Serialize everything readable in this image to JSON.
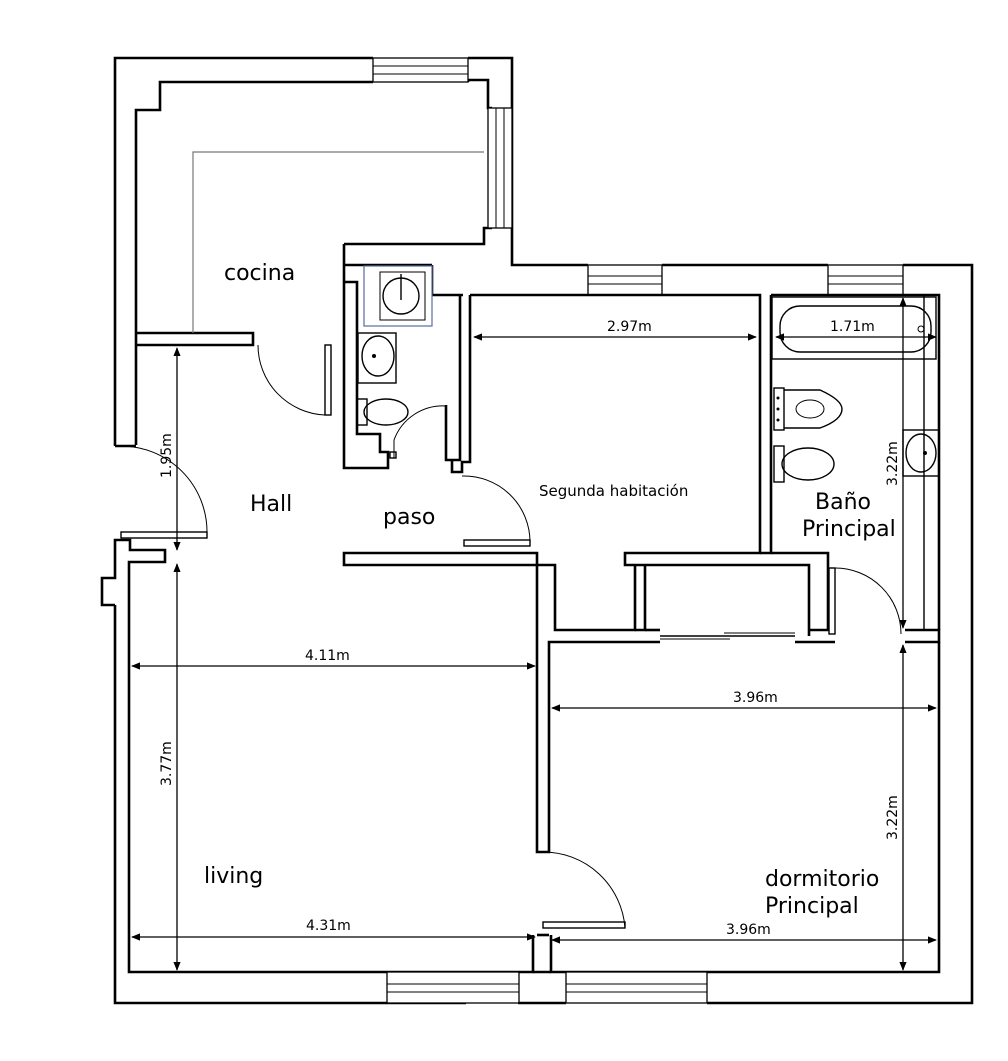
{
  "rooms": {
    "cocina": "cocina",
    "hall": "Hall",
    "paso": "paso",
    "segunda": "Segunda habitación",
    "bano_l1": "Baño",
    "bano_l2": "Principal",
    "living": "living",
    "dorm_l1": "dormitorio",
    "dorm_l2": "Principal"
  },
  "dimensions": {
    "segunda_width": "2.97m",
    "bano_width": "1.71m",
    "bano_height": "3.22m",
    "hall_height": "1.95m",
    "living_width_top": "4.11m",
    "living_height": "3.77m",
    "living_width_bottom": "4.31m",
    "dorm_width_top": "3.96m",
    "dorm_height": "3.22m",
    "dorm_width_bottom": "3.96m"
  }
}
